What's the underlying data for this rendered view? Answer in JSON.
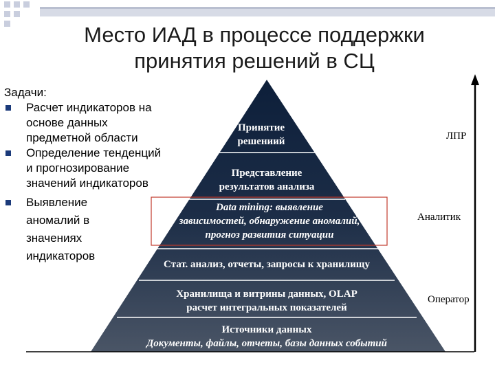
{
  "title": {
    "line1": "Место ИАД в процессе поддержки",
    "line2": "принятия решений в СЦ"
  },
  "tasks": {
    "heading": "Задачи:",
    "items": [
      "Расчет индикаторов на основе данных предметной области",
      "Определение тенденций и прогнозирование значений индикаторов",
      "Выявление аномалий в значениях индикаторов"
    ]
  },
  "pyramid": {
    "levels": [
      {
        "line1": "Принятие",
        "line2": "решениий"
      },
      {
        "line1": "Представление",
        "line2": "результатов анализа"
      },
      {
        "line1": "Data mining: выявление",
        "line2": "зависимостей, обнаружение аномалий,",
        "line3": "прогноз развития ситуации"
      },
      {
        "line1": "Стат. анализ, отчеты, запросы к хранилищу"
      },
      {
        "line1": "Хранилища и витрины данных, OLAP",
        "line2": "расчет интегральных показателей"
      },
      {
        "line1": "Источники данных",
        "line2": "Документы, файлы, отчеты, базы данных событий"
      }
    ],
    "colors": {
      "top": "#0d1f3a",
      "bottom": "#4a5566",
      "highlight_frame": "#c0392b",
      "bullet": "#1b3a7a"
    }
  },
  "roles": {
    "lpr": "ЛПР",
    "analyst": "Аналитик",
    "operator": "Оператор"
  }
}
